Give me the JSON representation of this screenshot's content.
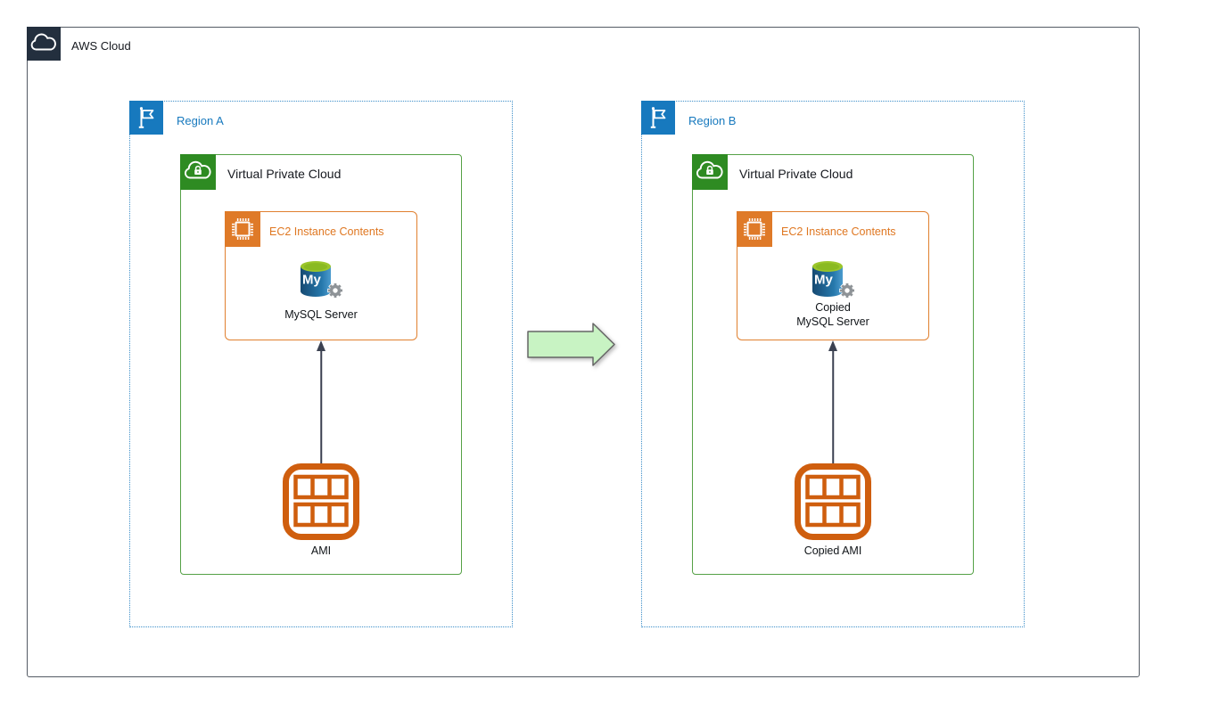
{
  "title": "AWS Cloud",
  "icons": {
    "aws_cloud": "cloud-icon",
    "region": "flag-icon",
    "vpc": "cloud-lock-icon",
    "ec2": "chip-icon",
    "mysql_server": "database-gear-icon",
    "ami": "machine-image-grid-icon",
    "copy": "right-arrow-icon"
  },
  "colors": {
    "outer_border": "#545B64",
    "aws_dark": "#232F3E",
    "region_blue": "#1779BE",
    "region_border_dotted": "#3E8FC9",
    "vpc_green": "#2E8B22",
    "vpc_border": "#55A146",
    "ec2_orange": "#DF7A28",
    "ec2_border": "#E0802F",
    "ec2_text": "#DF7721",
    "ami_orange": "#CF5E0E",
    "mysql_blue_dark": "#164A72",
    "mysql_blue": "#2678AC",
    "mysql_top_green": "#9CC62B",
    "gear_gray": "#8E9397",
    "copy_arrow_fill": "#C8F3C3",
    "copy_arrow_stroke": "#666666",
    "connector_dark": "#3B4151"
  },
  "regions": [
    {
      "label": "Region A",
      "vpc": {
        "label": "Virtual Private Cloud"
      },
      "ec2": {
        "label": "EC2 Instance Contents"
      },
      "server_lines": [
        "MySQL Server"
      ],
      "ami_label": "AMI"
    },
    {
      "label": "Region B",
      "vpc": {
        "label": "Virtual Private Cloud"
      },
      "ec2": {
        "label": "EC2 Instance Contents"
      },
      "server_lines": [
        "Copied",
        "MySQL Server"
      ],
      "ami_label": "Copied AMI"
    }
  ]
}
